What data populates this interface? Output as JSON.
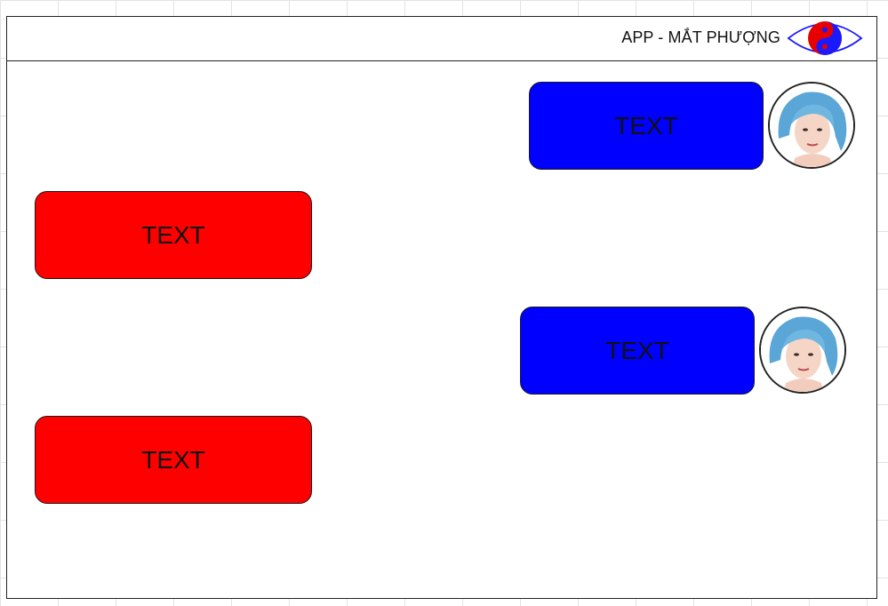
{
  "header": {
    "title": "APP - MẮT PHƯỢNG",
    "logo_icon": "eye-yin-yang-icon"
  },
  "colors": {
    "sent_bubble": "#0000ff",
    "received_bubble": "#ff0000",
    "border": "#222222"
  },
  "messages": [
    {
      "side": "right",
      "text": "TEXT",
      "avatar_icon": "user-avatar"
    },
    {
      "side": "left",
      "text": "TEXT"
    },
    {
      "side": "right",
      "text": "TEXT",
      "avatar_icon": "user-avatar"
    },
    {
      "side": "left",
      "text": "TEXT"
    }
  ]
}
